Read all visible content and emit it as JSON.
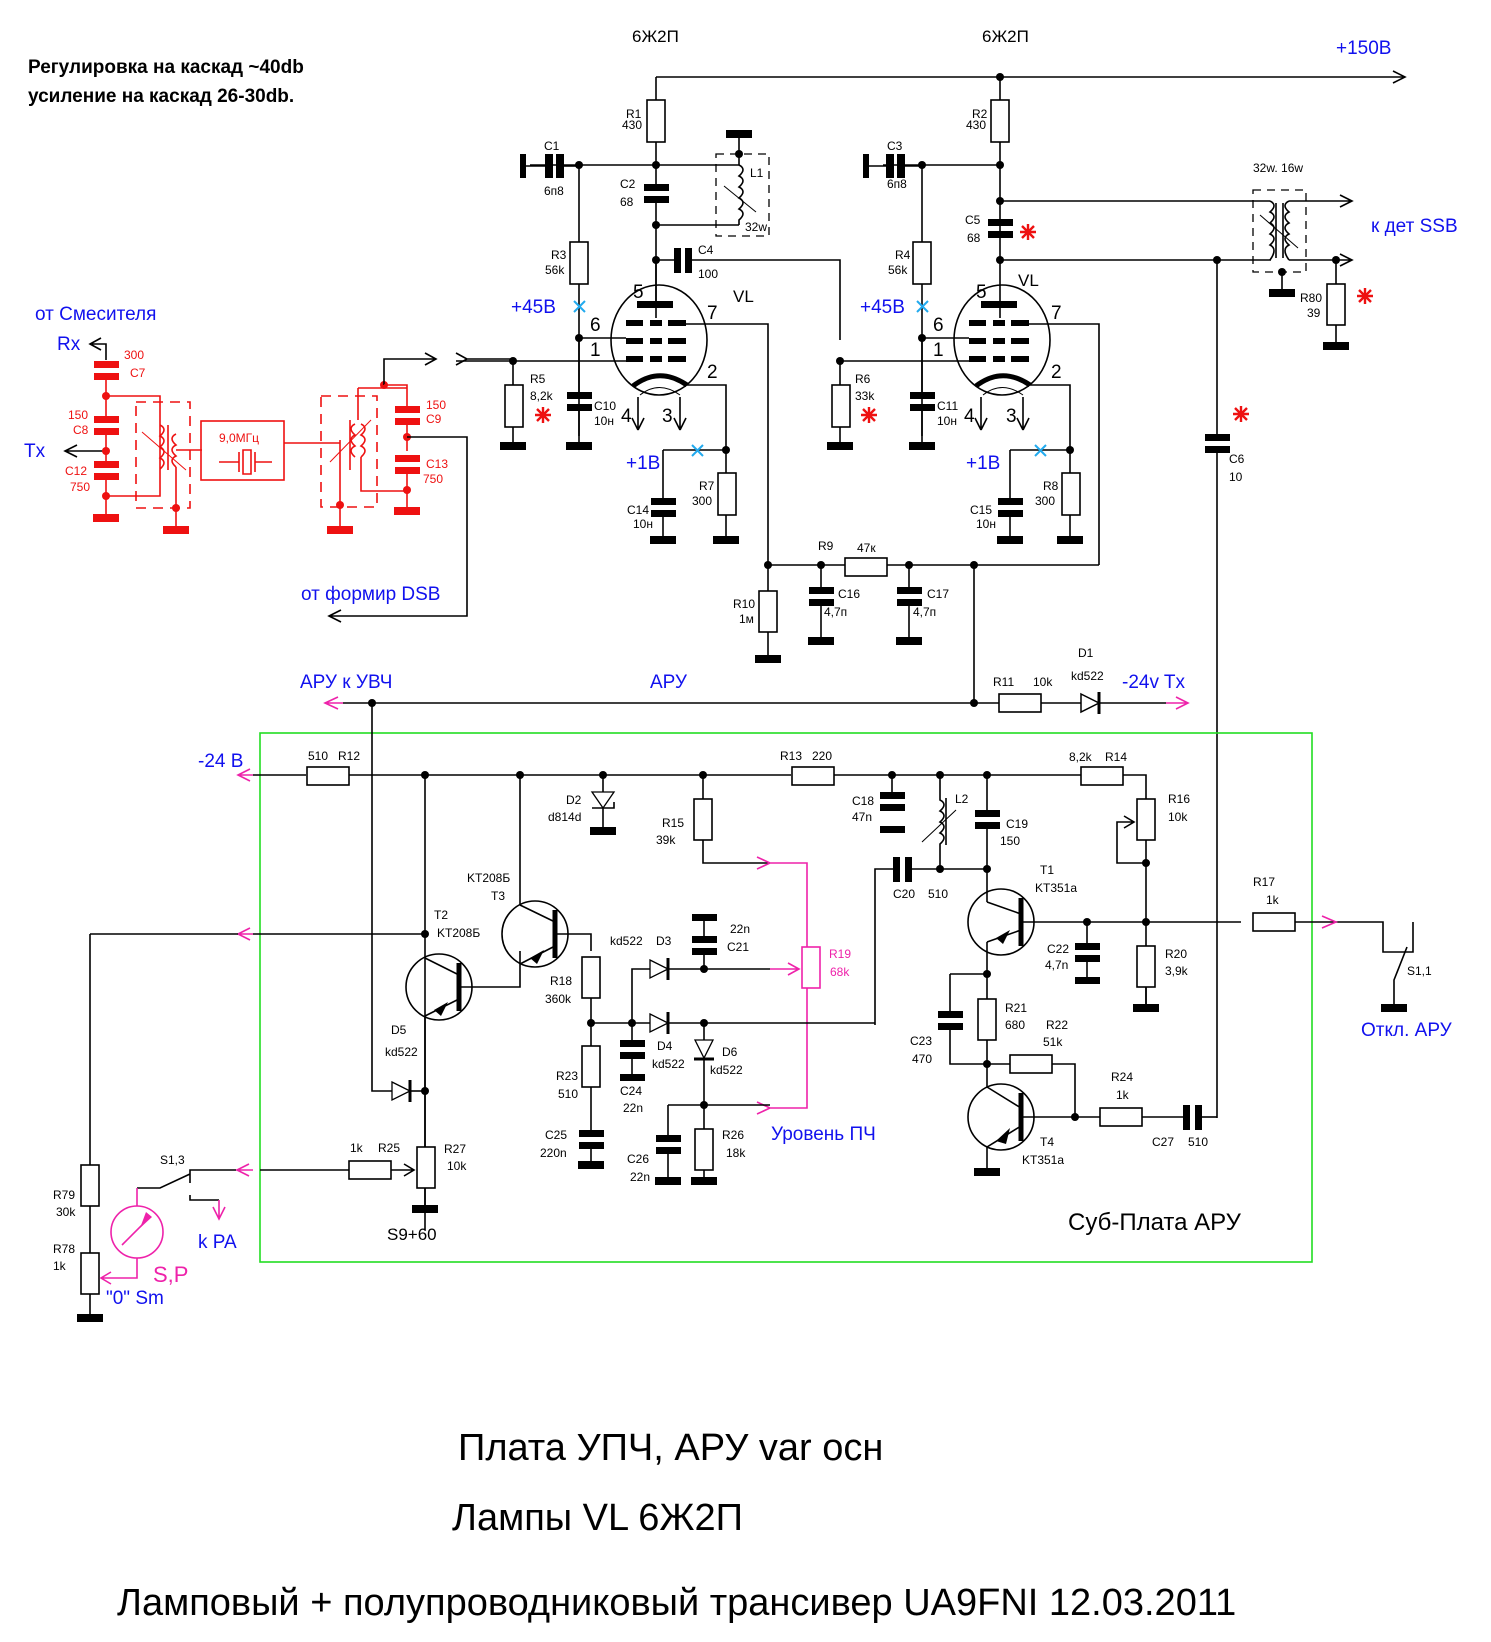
{
  "notes": {
    "line1": "Регулировка на каскад ~40db",
    "line2": "усиление на каскад 26-30db."
  },
  "tubes": {
    "left_type": "6Ж2П",
    "right_type": "6Ж2П",
    "designator": "VL",
    "pins": [
      "5",
      "6",
      "1",
      "7",
      "2",
      "4",
      "3"
    ]
  },
  "supply": {
    "plus150": "+150В",
    "plus45": "+45В",
    "plus1": "+1В",
    "minus24": "-24 В",
    "minus24tx": "-24v Tx"
  },
  "signals": {
    "from_mixer": "от Смесителя",
    "rx": "Rx",
    "tx": "Tx",
    "from_dsb": "от формир DSB",
    "to_ssb_det": "к дет SSB",
    "agc_to_rf": "АРУ к УВЧ",
    "agc": "АРУ",
    "if_level": "Уровень ПЧ",
    "agc_off": "Откл. АРУ",
    "to_pa": "k PA",
    "meter": "S,P",
    "meter_zero": "\"0\" Sm",
    "s_range": "S9+60",
    "subboard": "Суб-Плата АРУ"
  },
  "filter": {
    "crystal": "9,0МГц",
    "c7": [
      "300",
      "C7"
    ],
    "c8": [
      "150",
      "C8"
    ],
    "c12": [
      "C12",
      "750"
    ],
    "c9": [
      "150",
      "C9"
    ],
    "c13": [
      "C13",
      "750"
    ]
  },
  "components": {
    "R1": [
      "R1",
      "430"
    ],
    "R2": [
      "R2",
      "430"
    ],
    "C1": [
      "C1",
      "6п8"
    ],
    "C3": [
      "C3",
      "6п8"
    ],
    "C2": [
      "C2",
      "68"
    ],
    "C5": [
      "C5",
      "68"
    ],
    "L1": [
      "L1",
      "32w"
    ],
    "C4": [
      "C4",
      "100"
    ],
    "R3": [
      "R3",
      "56k"
    ],
    "R4": [
      "R4",
      "56k"
    ],
    "R5": [
      "R5",
      "8,2k"
    ],
    "R6": [
      "R6",
      "33k"
    ],
    "C10": [
      "C10",
      "10н"
    ],
    "C11": [
      "C11",
      "10н"
    ],
    "C14": [
      "C14",
      "10н"
    ],
    "C15": [
      "C15",
      "10н"
    ],
    "R7": [
      "R7",
      "300"
    ],
    "R8": [
      "R8",
      "300"
    ],
    "T_out": "32w.  16w",
    "R80": [
      "R80",
      "39"
    ],
    "C6": [
      "C6",
      "10"
    ],
    "R9": [
      "R9",
      "47к"
    ],
    "R10": [
      "R10",
      "1м"
    ],
    "C16": [
      "C16",
      "4,7п"
    ],
    "C17": [
      "C17",
      "4,7п"
    ],
    "R11": [
      "R11",
      "10k"
    ],
    "D1": [
      "D1",
      "kd522"
    ],
    "R12": [
      "510",
      "R12"
    ],
    "R13": [
      "R13",
      "220"
    ],
    "R14": [
      "8,2k",
      "R14"
    ],
    "D2": [
      "D2",
      "d814d"
    ],
    "R15": [
      "R15",
      "39k"
    ],
    "C18": [
      "C18",
      "47n"
    ],
    "L2": "L2",
    "C19": [
      "C19",
      "150"
    ],
    "R16": [
      "R16",
      "10k"
    ],
    "C20": [
      "C20",
      "510"
    ],
    "T1": [
      "T1",
      "KT351a"
    ],
    "T2": [
      "T2",
      "KT208Б"
    ],
    "T3": [
      "KT208Б",
      "T3"
    ],
    "T4": [
      "T4",
      "KT351a"
    ],
    "R17": [
      "R17",
      "1k"
    ],
    "S11": "S1,1",
    "C21": [
      "22n",
      "C21"
    ],
    "D3": [
      "kd522",
      "D3"
    ],
    "R19": [
      "R19",
      "68k"
    ],
    "R18": [
      "R18",
      "360k"
    ],
    "C22": [
      "C22",
      "4,7n"
    ],
    "R20": [
      "R20",
      "3,9k"
    ],
    "D4": [
      "D4",
      "kd522"
    ],
    "D6": [
      "D6",
      "kd522"
    ],
    "C24": [
      "C24",
      "22n"
    ],
    "R23": [
      "R23",
      "510"
    ],
    "C25": [
      "C25",
      "220n"
    ],
    "C26": [
      "C26",
      "22n"
    ],
    "R26": [
      "R26",
      "18k"
    ],
    "C23": [
      "C23",
      "470"
    ],
    "R21": [
      "R21",
      "680"
    ],
    "R22": [
      "R22",
      "51k"
    ],
    "R24": [
      "R24",
      "1k"
    ],
    "C27": [
      "C27",
      "510"
    ],
    "D5": [
      "D5",
      "kd522"
    ],
    "R25": [
      "1k",
      "R25"
    ],
    "R27": [
      "R27",
      "10k"
    ],
    "S13": "S1,3",
    "R79": [
      "R79",
      "30k"
    ],
    "R78": [
      "R78",
      "1k"
    ]
  },
  "titles": {
    "line1": "Плата УПЧ, АРУ var осн",
    "line2": "Лампы  VL  6Ж2П",
    "line3": "Ламповый + полупроводниковый трансивер UA9FNI 12.03.2011"
  }
}
